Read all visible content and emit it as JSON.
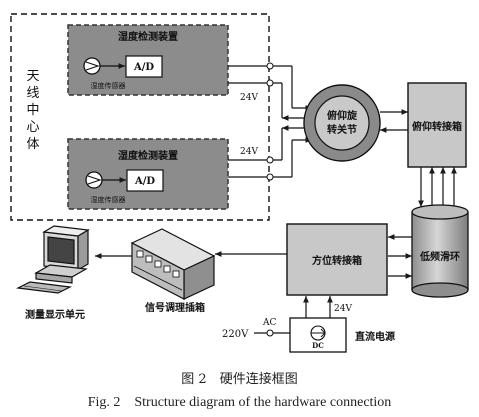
{
  "labels": {
    "antenna_center": [
      "天",
      "线",
      "中",
      "心",
      "体"
    ],
    "humidity_device_top": "湿度检测装置",
    "humidity_device_bottom": "湿度检测装置",
    "ad_top": "A/D",
    "ad_bottom": "A/D",
    "sensor_top": "湿度传感器",
    "sensor_bottom": "湿度传感器",
    "v24_a": "24V",
    "v24_b": "24V",
    "v24_c": "24V",
    "pitch_joint": [
      "俯仰旋",
      "转关节"
    ],
    "pitch_box": "俯仰转接箱",
    "slip_ring": "低频滑环",
    "azimuth_box": "方位转接箱",
    "signal_box": "信号调理插箱",
    "measure_unit": "测量显示单元",
    "v220": "220V",
    "ac": "AC",
    "dc": "DC",
    "dc_power": "直流电源"
  },
  "caption": {
    "cn": "图 2　硬件连接框图",
    "en": "Fig. 2　Structure diagram of the hardware connection"
  },
  "colors": {
    "device_fill": "#8c8c8c",
    "box_fill": "#c8c8c8",
    "joint_ring": "#8a8a8a",
    "joint_center": "#c9c9c9",
    "line": "#1a1a1a"
  }
}
